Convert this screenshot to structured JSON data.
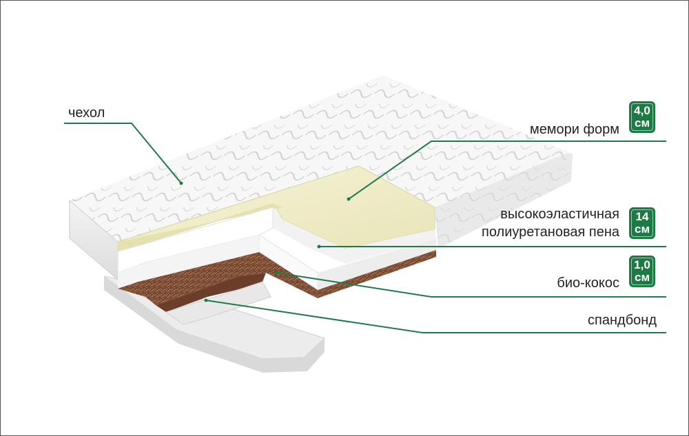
{
  "labels": {
    "cover": "чехол",
    "memory": "мемори форм",
    "foam_line1": "высокоэластичная",
    "foam_line2": "полиуретановая пена",
    "coco": "био-кокос",
    "spunbond": "спандбонд"
  },
  "badges": {
    "memory": {
      "value": "4,0",
      "unit": "см"
    },
    "foam": {
      "value": "14",
      "unit": "см"
    },
    "coco": {
      "value": "1,0",
      "unit": "см"
    }
  },
  "colors": {
    "leader": "#1f7a4a",
    "badge": "#1e7a45",
    "memory_foam": "#f1efc9",
    "coconut": "#7a4a33"
  }
}
